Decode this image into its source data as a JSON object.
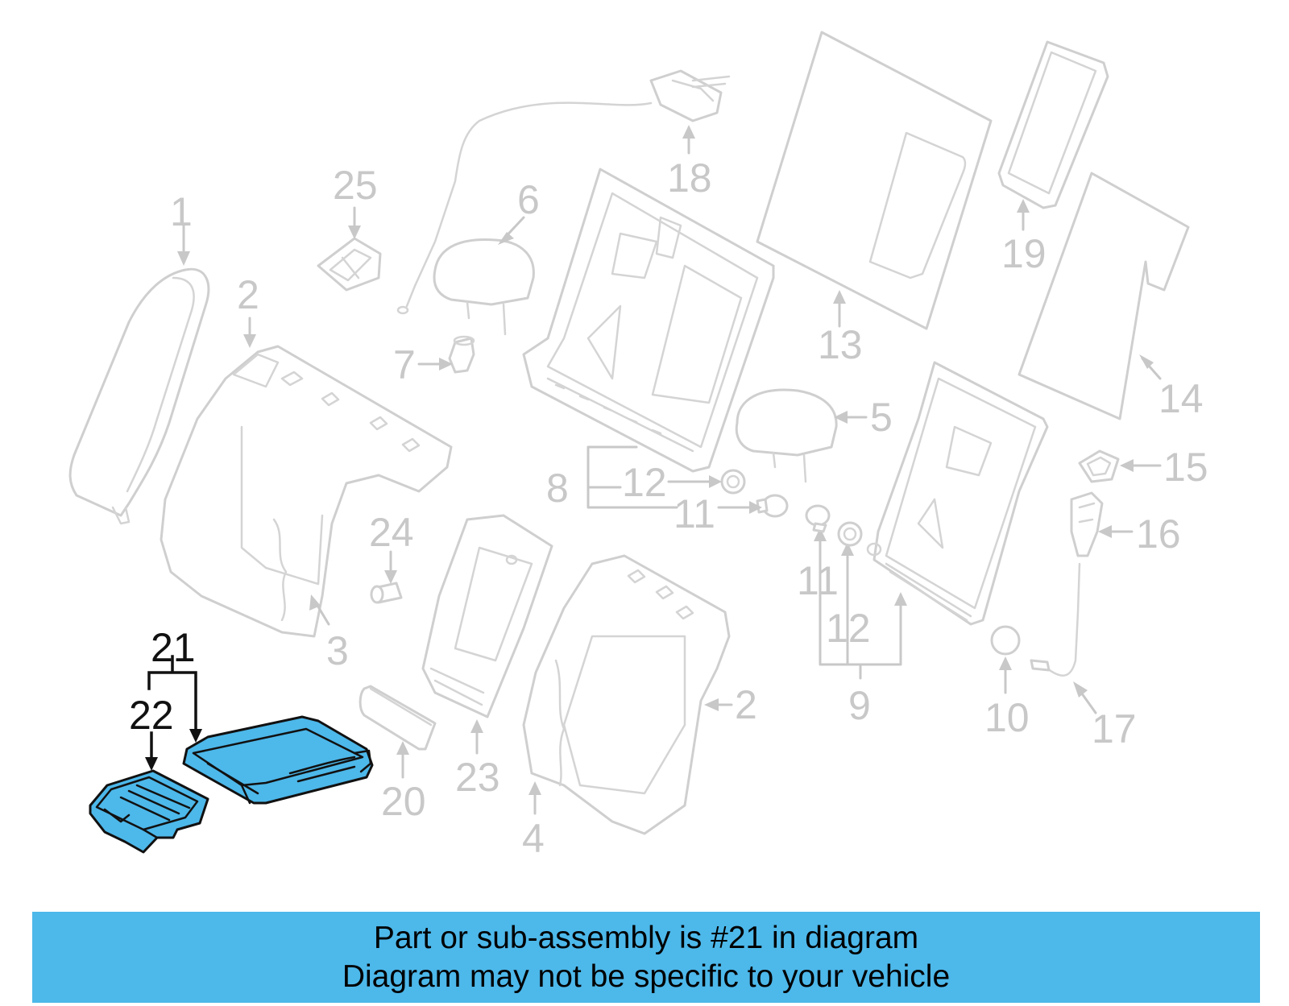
{
  "diagram": {
    "callouts": [
      "1",
      "2",
      "3",
      "4",
      "5",
      "6",
      "7",
      "8",
      "9",
      "10",
      "11",
      "12",
      "13",
      "14",
      "15",
      "16",
      "17",
      "18",
      "19",
      "20",
      "21",
      "22",
      "23",
      "24",
      "25"
    ],
    "highlighted_callouts": [
      "21",
      "22"
    ]
  },
  "notice": {
    "line1": "Part or sub-assembly is #21 in diagram",
    "line2": "Diagram may not be specific to your vehicle"
  },
  "colors": {
    "banner": "#4db8ea",
    "highlight_fill": "#4db8ea",
    "part_outline": "#cfcfcf",
    "highlight_outline": "#111111"
  }
}
